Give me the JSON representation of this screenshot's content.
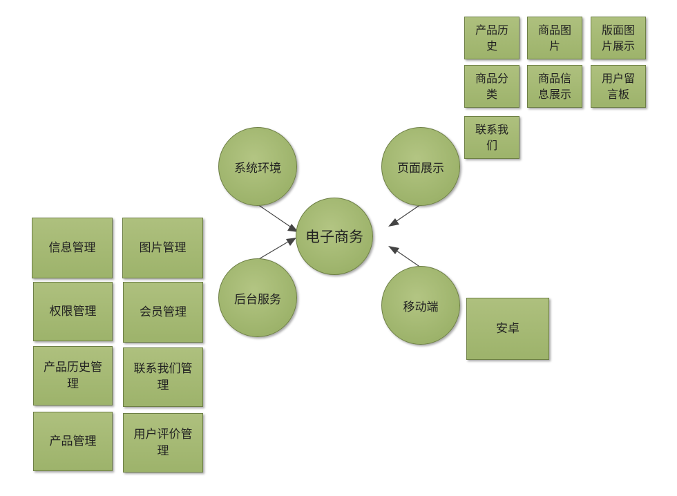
{
  "center": {
    "label": "电子商务"
  },
  "branches": {
    "system_env": {
      "label": "系统环境"
    },
    "page_display": {
      "label": "页面展示",
      "items": [
        "产品历史",
        "商品图片",
        "版面图片展示",
        "商品分类",
        "商品信息展示",
        "用户留言板",
        "联系我们"
      ]
    },
    "backend": {
      "label": "后台服务",
      "items": [
        "信息管理",
        "图片管理",
        "权限管理",
        "会员管理",
        "产品历史管理",
        "联系我们管理",
        "产品管理",
        "用户评价管理"
      ]
    },
    "mobile": {
      "label": "移动端",
      "items": [
        "安卓"
      ]
    }
  }
}
